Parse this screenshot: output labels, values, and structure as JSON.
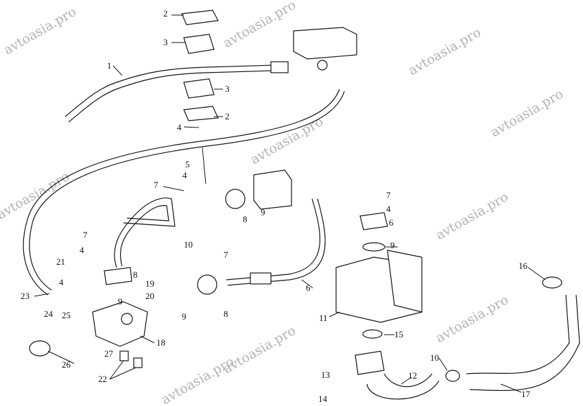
{
  "watermark": "avtoasia.pro",
  "callouts": [
    "1",
    "2",
    "3",
    "4",
    "5",
    "6",
    "7",
    "8",
    "9",
    "10",
    "11",
    "12",
    "13",
    "14",
    "15",
    "16",
    "17",
    "18",
    "19",
    "20",
    "21",
    "22",
    "23",
    "24",
    "25",
    "26",
    "27"
  ],
  "labels": {
    "l2a": "2",
    "l3a": "3",
    "l1": "1",
    "l3b": "3",
    "l2b": "2",
    "l4a": "4",
    "l5": "5",
    "l7a": "7",
    "l4b": "4",
    "l8a": "8",
    "l9a": "9",
    "l10a": "10",
    "l7b": "7",
    "l4c": "4",
    "l8b": "8",
    "l21": "21",
    "l4d": "4",
    "l19": "19",
    "l20": "20",
    "l9b": "9",
    "l23": "23",
    "l24": "24",
    "l25": "25",
    "l9c": "9",
    "l8c": "8",
    "l7c": "7",
    "l6a": "6",
    "l18": "18",
    "l27": "27",
    "l26": "26",
    "l22": "22",
    "l7d": "7",
    "l4e": "4",
    "l6b": "6",
    "l9d": "9",
    "l11": "11",
    "l15": "15",
    "l13": "13",
    "l14": "14",
    "l12": "12",
    "l10b": "10",
    "l16": "16",
    "l17": "17"
  }
}
